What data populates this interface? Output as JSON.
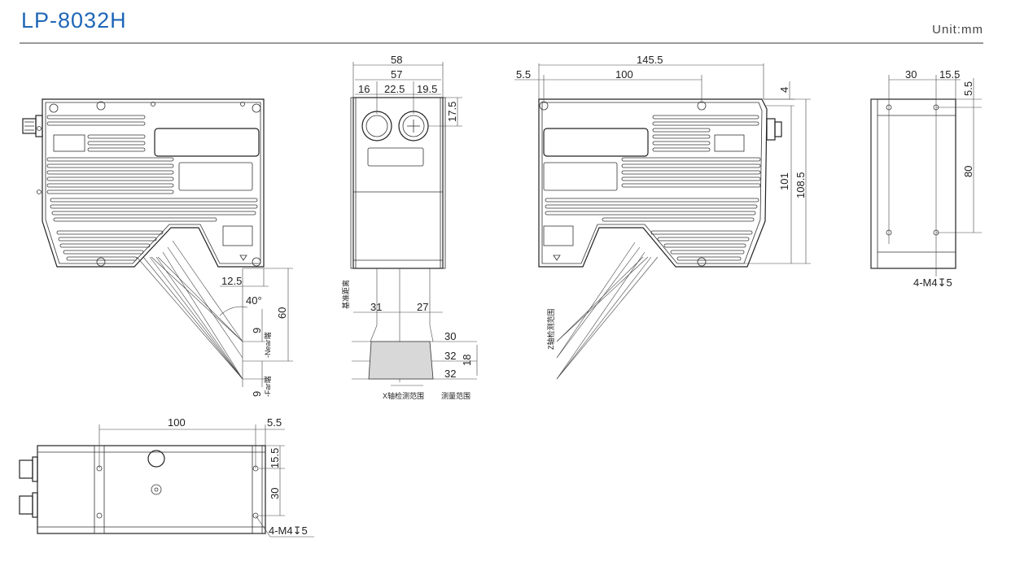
{
  "header": {
    "title": "LP-8032H",
    "unit": "Unit:mm"
  },
  "colors": {
    "title": "#1e66b8",
    "rule": "#9a9a9a",
    "line": "#222222"
  },
  "front_view": {
    "dims": {
      "offset_12_5": "12.5",
      "angle": "40°",
      "near_9": "9",
      "far_9": "9",
      "dist_60": "60"
    },
    "labels": {
      "near": "-Near端",
      "far": "-Far端"
    }
  },
  "end_view": {
    "dims": {
      "w58": "58",
      "w57": "57",
      "w16": "16",
      "w22_5": "22.5",
      "w19_5": "19.5",
      "h17_5": "17.5",
      "d31": "31",
      "d27": "27",
      "r30": "30",
      "r32a": "32",
      "r32b": "32",
      "r18": "18"
    },
    "labels": {
      "ref_distance": "基准距离",
      "x_range": "X轴检测范围",
      "measure_range": "测量范围"
    }
  },
  "back_view": {
    "dims": {
      "w145_5": "145.5",
      "w5_5": "5.5",
      "w100": "100",
      "h4": "4",
      "h101": "101",
      "h108_5": "108.5"
    },
    "labels": {
      "z_range": "Z轴检测范围"
    }
  },
  "side_view": {
    "dims": {
      "w30": "30",
      "w15_5": "15.5",
      "h5_5": "5.5",
      "h80": "80"
    },
    "labels": {
      "holes": "4-M4↧5"
    }
  },
  "top_view": {
    "dims": {
      "w100": "100",
      "w5_5": "5.5",
      "h15_5": "15.5",
      "h30": "30"
    },
    "labels": {
      "holes": "4-M4↧5"
    }
  }
}
